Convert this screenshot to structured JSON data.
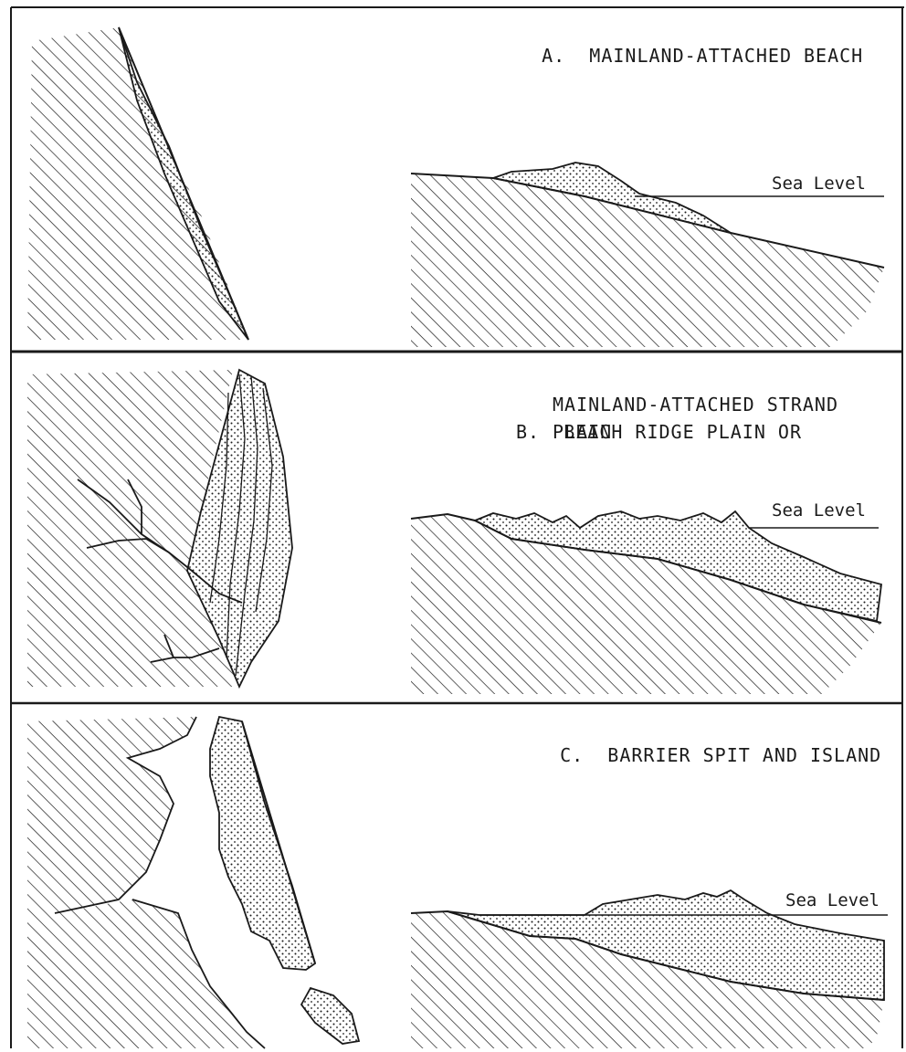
{
  "panels": [
    {
      "letter": "A.",
      "title_lines": [
        "MAINLAND-ATTACHED BEACH"
      ],
      "sea_level_label": "Sea Level"
    },
    {
      "letter": "B.",
      "title_lines": [
        "BEACH RIDGE PLAIN OR",
        "MAINLAND-ATTACHED STRAND",
        "PLAIN"
      ],
      "sea_level_label": "Sea Level"
    },
    {
      "letter": "C.",
      "title_lines": [
        "BARRIER SPIT AND ISLAND"
      ],
      "sea_level_label": "Sea Level"
    }
  ],
  "colors": {
    "ink": "#1a1a1a",
    "paper": "#ffffff"
  }
}
